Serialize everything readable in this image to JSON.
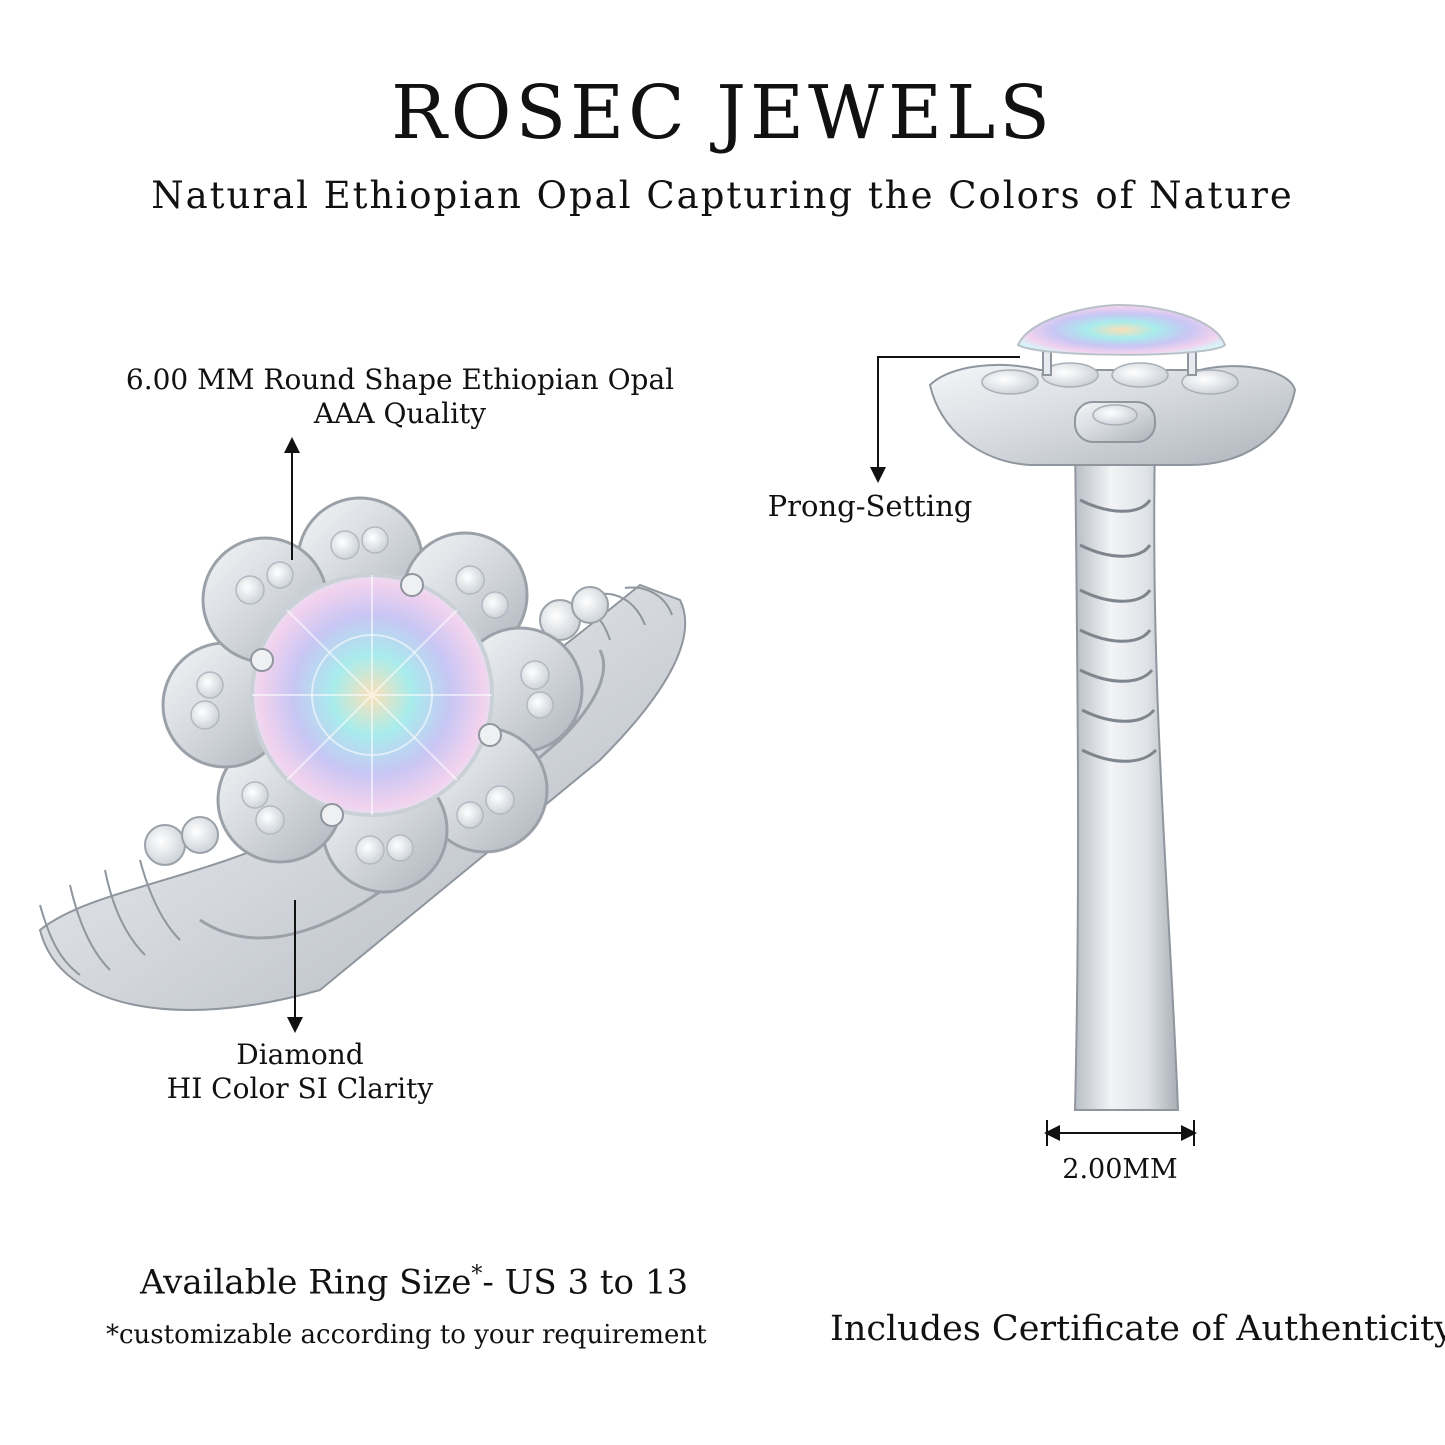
{
  "brand": "ROSEC JEWELS",
  "tagline": "Natural Ethiopian Opal Capturing the Colors of Nature",
  "labels": {
    "opal_line1": "6.00 MM Round Shape Ethiopian Opal",
    "opal_line2": "AAA Quality",
    "diamond_line1": "Diamond",
    "diamond_line2": "HI Color SI Clarity",
    "prong": "Prong-Setting",
    "band_width": "2.00MM"
  },
  "footer": {
    "size_prefix": "Available Ring Size",
    "size_star": "*",
    "size_range": "- US 3 to 13",
    "size_note": "*customizable according to your requirement",
    "certificate": "Includes Certificate of Authenticity"
  },
  "colors": {
    "metal": "#d9dde2",
    "metal_shadow": "#a7adb5",
    "opal_blue": "#9fe3f0",
    "opal_pink": "#f4c6e6",
    "opal_gold": "#f6d9a0"
  }
}
